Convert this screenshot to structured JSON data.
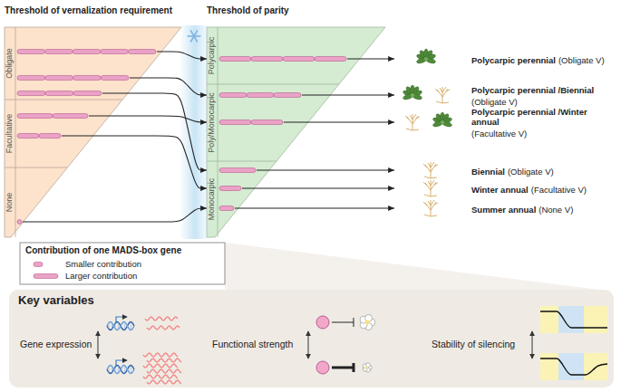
{
  "diagram": {
    "nodes": [
      {
        "text": [
          "Threshold of vernalization requirement"
        ]
      },
      {
        "text": [
          "Obligate"
        ],
        "in": 0
      },
      {
        "text": [
          "Facultative"
        ],
        "in": 0
      },
      {
        "text": [
          "None"
        ],
        "in": 0
      },
      {
        "text": [
          "Threshold of parity"
        ]
      },
      {
        "text": [
          "Polycarpic"
        ],
        "in": 4
      },
      {
        "text": [
          "Poly/Monocarpic"
        ],
        "in": 4
      },
      {
        "text": [
          "Monocarpic"
        ],
        "in": 4
      },
      {
        "text": [
          "Polycarpic perennial",
          "(Obligate V)"
        ]
      },
      {
        "text": [
          "Polycarpic perennial /Biennial",
          "(Obligate V)"
        ]
      },
      {
        "text": [
          "Polycarpic perennial /Winter annual",
          "(Facultative V)"
        ]
      },
      {
        "text": [
          "Biennial",
          "(Obligate V)"
        ]
      },
      {
        "text": [
          "Winter annual",
          "(Facultative V)"
        ]
      },
      {
        "text": [
          "Summer annual",
          "(None V)"
        ]
      },
      {
        "text": [
          "Key variables",
          "Gene expression",
          "Functional strength",
          "Stability of silencing"
        ]
      }
    ],
    "edges": [
      {
        "from": 1,
        "to": 5,
        "arrow": "to"
      },
      {
        "from": 1,
        "to": 6,
        "arrow": "to"
      },
      {
        "from": 2,
        "to": 6,
        "arrow": "to"
      },
      {
        "from": 1,
        "to": 7,
        "arrow": "to"
      },
      {
        "from": 2,
        "to": 7,
        "arrow": "to"
      },
      {
        "from": 3,
        "to": 7,
        "arrow": "to"
      },
      {
        "from": 5,
        "to": 8,
        "arrow": "to"
      },
      {
        "from": 6,
        "to": 9,
        "arrow": "to"
      },
      {
        "from": 6,
        "to": 10,
        "arrow": "to"
      },
      {
        "from": 7,
        "to": 11,
        "arrow": "to"
      },
      {
        "from": 7,
        "to": 12,
        "arrow": "to"
      },
      {
        "from": 7,
        "to": 13,
        "arrow": "to"
      }
    ],
    "labels": [
      "Contribution of one MADS-box gene"
    ],
    "legend": [
      {
        "text": "Smaller contribution"
      },
      {
        "text": "Larger contribution"
      }
    ]
  }
}
